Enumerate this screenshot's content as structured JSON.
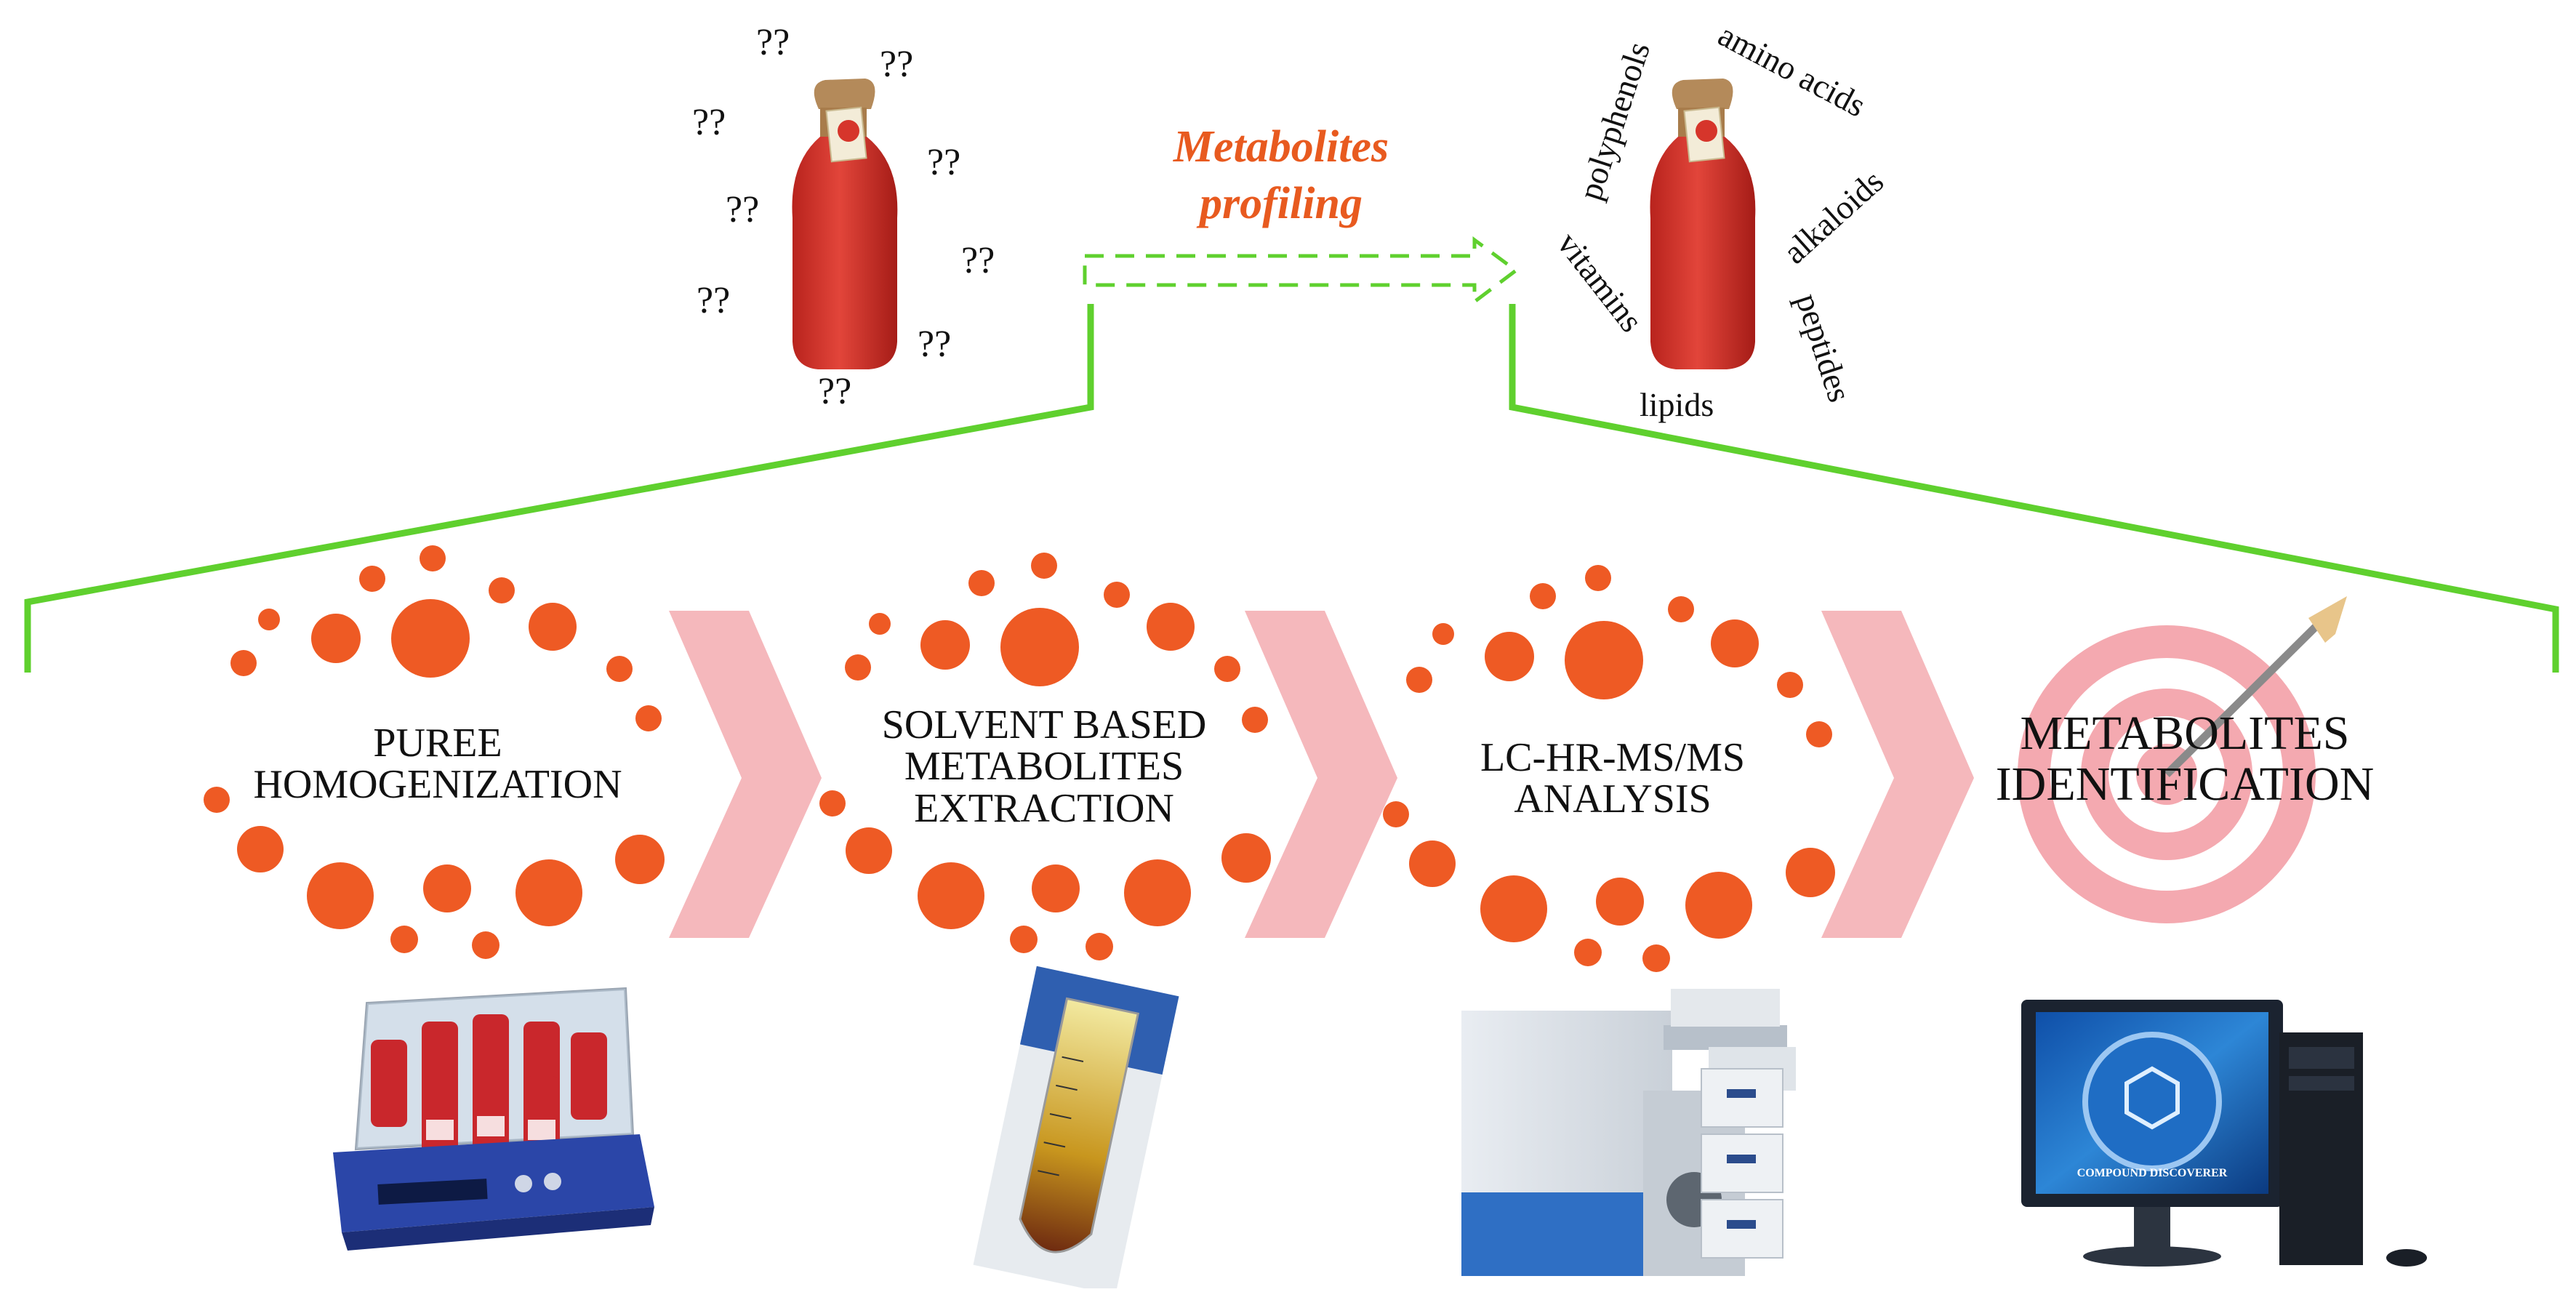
{
  "header": {
    "process_label_line1": "Metabolites",
    "process_label_line2": "profiling",
    "accent_color": "#E85A1F",
    "connector_color": "#5FD02E"
  },
  "unknown_marks": [
    "??",
    "??",
    "??",
    "??",
    "??",
    "??",
    "??",
    "??",
    "??"
  ],
  "metabolite_classes": [
    "polyphenols",
    "amino acids",
    "alkaloids",
    "vitamins",
    "peptides",
    "lipids"
  ],
  "steps": [
    {
      "line1": "PUREE",
      "line2": "HOMOGENIZATION",
      "line3": "",
      "equipment": "incubator-shaker-image"
    },
    {
      "line1": "SOLVENT BASED",
      "line2": "METABOLITES",
      "line3": "EXTRACTION",
      "equipment": "extraction-tube-image"
    },
    {
      "line1": "LC-HR-MS/MS",
      "line2": "ANALYSIS",
      "line3": "",
      "equipment": "mass-spectrometer-image"
    },
    {
      "line1": "METABOLITES",
      "line2": "IDENTIFICATION",
      "line3": "",
      "equipment": "workstation-image"
    }
  ],
  "software_badge": "COMPOUND DISCOVERER",
  "colors": {
    "dot_orange": "#EE5A24",
    "chevron_pink": "#F5B8BC",
    "target_pink": "#F4A9B0",
    "puree_red": "#D6352B"
  }
}
